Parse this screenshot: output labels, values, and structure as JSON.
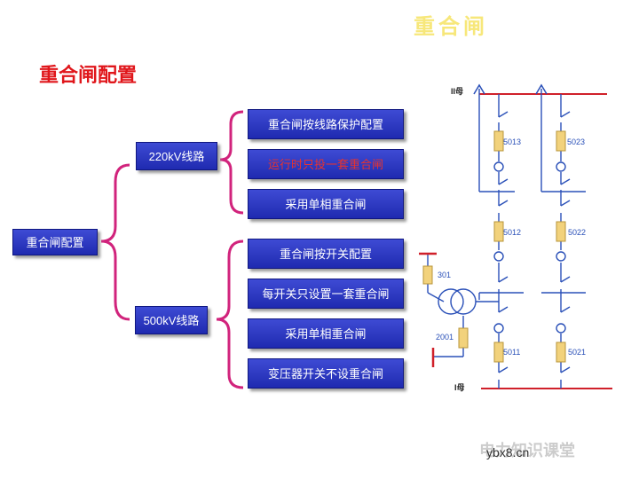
{
  "slide": {
    "title": "重合闸"
  },
  "section": {
    "title": "重合闸配置"
  },
  "tree": {
    "root": "重合闸配置",
    "branch_220": {
      "label": "220kV线路",
      "items": [
        "重合闸按线路保护配置",
        "运行时只投一套重合闸",
        "采用单相重合闸"
      ]
    },
    "branch_500": {
      "label": "500kV线路",
      "items": [
        "重合闸按开关配置",
        "每开关只设置一套重合闸",
        "采用单相重合闸",
        "变压器开关不设重合闸"
      ]
    }
  },
  "schematic": {
    "bus_top": "II母",
    "bus_bottom": "I母",
    "breakers_left": [
      "5013",
      "5012",
      "5011"
    ],
    "breakers_right": [
      "5023",
      "5022",
      "5021"
    ],
    "transformer_breakers": [
      "301",
      "2001"
    ],
    "colors": {
      "bus": "#d0202a",
      "breaker": "#f2d27c",
      "wire": "#2a50b8",
      "bracket": "#d1237c"
    }
  },
  "watermark": {
    "site": "ybx8.cn",
    "brand": "电力知识课堂"
  }
}
